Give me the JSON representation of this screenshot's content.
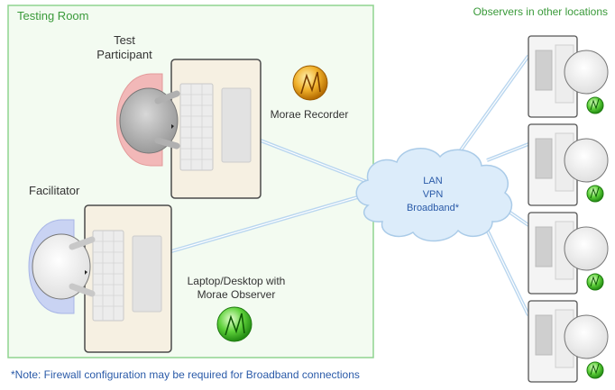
{
  "testing_room": {
    "title": "Testing Room"
  },
  "observers": {
    "title": "Observers in other locations",
    "count": 4
  },
  "participant": {
    "label_line1": "Test",
    "label_line2": "Participant"
  },
  "facilitator": {
    "label": "Facilitator"
  },
  "recorder": {
    "label": "Morae Recorder",
    "icon": "morae-recorder-icon"
  },
  "observer_app": {
    "label_line1": "Laptop/Desktop with",
    "label_line2": "Morae Observer",
    "icon": "morae-observer-icon"
  },
  "network": {
    "lines": [
      "LAN",
      "VPN",
      "Broadband*"
    ]
  },
  "note": {
    "text": "*Note: Firewall configuration may be required for Broadband connections"
  },
  "colors": {
    "room_border": "#8fd48f",
    "room_fill": "#f3fbf1",
    "green_text": "#3a9a3a",
    "blue_text": "#2a5aa8",
    "cloud_fill": "#dcecfa",
    "link": "#b9d6ef",
    "desk": "#f6f0e2",
    "participant_chair": "#f2b8b8",
    "facilitator_chair": "#c9d3f3"
  }
}
